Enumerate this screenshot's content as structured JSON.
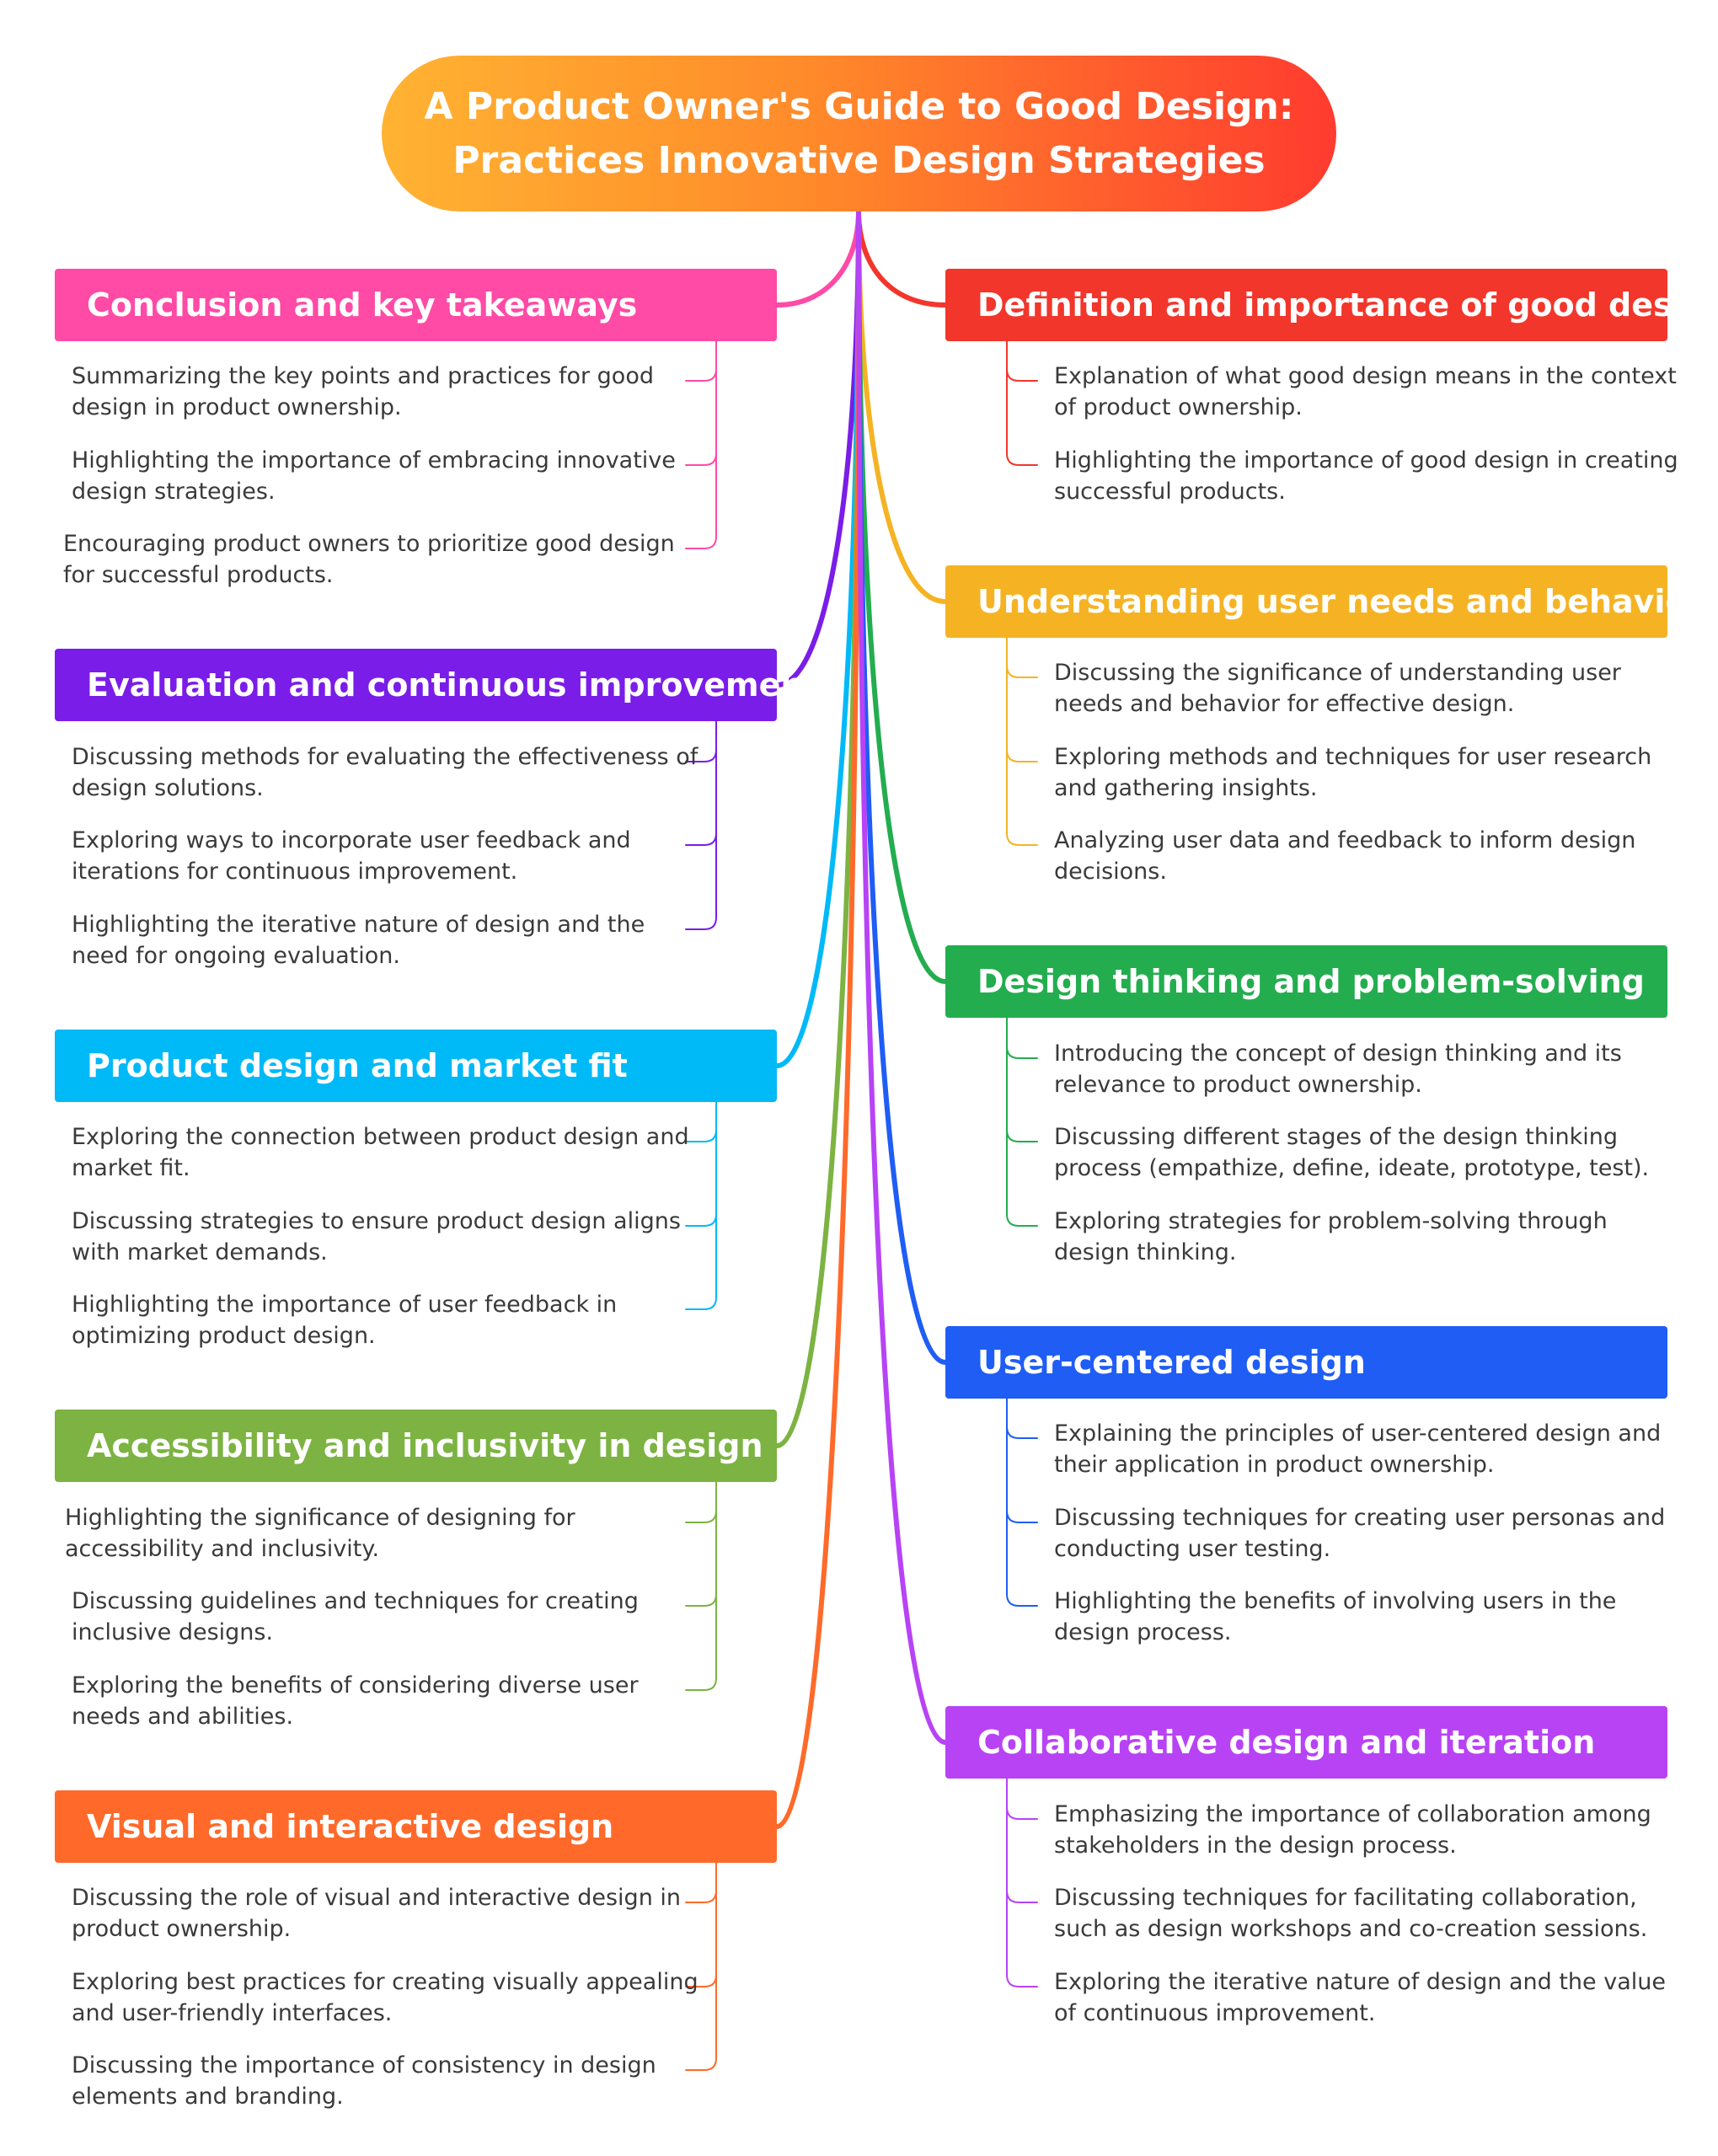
{
  "root": {
    "title": "A Product Owner's Guide to Good Design:\nPractices Innovative Design Strategies"
  },
  "branches": [
    {
      "id": "conclusion",
      "title": "Conclusion and key takeaways",
      "color": "#ff4aa6",
      "side": "left",
      "items": [
        "Summarizing the key points and practices for good design in product ownership.",
        "Highlighting the importance of embracing innovative design strategies.",
        "Encouraging product owners to prioritize good design for successful products."
      ]
    },
    {
      "id": "evaluation",
      "title": "Evaluation and continuous improvement",
      "color": "#7a1de8",
      "side": "left",
      "items": [
        "Discussing methods for evaluating the effectiveness of design solutions.",
        "Exploring ways to incorporate user feedback and iterations for continuous improvement.",
        "Highlighting the iterative nature of design and the need for ongoing evaluation."
      ]
    },
    {
      "id": "market-fit",
      "title": "Product design and market fit",
      "color": "#00b9f7",
      "side": "left",
      "items": [
        "Exploring the connection between product design and market fit.",
        "Discussing strategies to ensure product design aligns with market demands.",
        "Highlighting the importance of user feedback in optimizing product design."
      ]
    },
    {
      "id": "accessibility",
      "title": "Accessibility and inclusivity in design",
      "color": "#7cb342",
      "side": "left",
      "items": [
        "Highlighting the significance of designing for accessibility and inclusivity.",
        "Discussing guidelines and techniques for creating inclusive designs.",
        "Exploring the benefits of considering diverse user needs and abilities."
      ]
    },
    {
      "id": "visual",
      "title": "Visual and interactive design",
      "color": "#ff6a2a",
      "side": "left",
      "items": [
        "Discussing the role of visual and interactive design in product ownership.",
        "Exploring best practices for creating visually appealing and user-friendly interfaces.",
        "Discussing the importance of consistency in design elements and branding."
      ]
    },
    {
      "id": "definition",
      "title": "Definition and importance of good design",
      "color": "#f2362b",
      "side": "right",
      "items": [
        "Explanation of what good design means in the context of product ownership.",
        "Highlighting the importance of good design in creating successful products."
      ]
    },
    {
      "id": "user-needs",
      "title": "Understanding user needs and behavior",
      "color": "#f5b324",
      "side": "right",
      "items": [
        "Discussing the significance of understanding user needs and behavior for effective design.",
        "Exploring methods and techniques for user research and gathering insights.",
        "Analyzing user data and feedback to inform design decisions."
      ]
    },
    {
      "id": "design-thinking",
      "title": "Design thinking and problem-solving",
      "color": "#23ad4f",
      "side": "right",
      "items": [
        "Introducing the concept of design thinking and its relevance to product ownership.",
        "Discussing different stages of the design thinking process (empathize, define, ideate, prototype, test).",
        "Exploring strategies for problem-solving through design thinking."
      ]
    },
    {
      "id": "user-centered",
      "title": "User-centered design",
      "color": "#1f5df5",
      "side": "right",
      "items": [
        "Explaining the principles of user-centered design and their application in product ownership.",
        "Discussing techniques for creating user personas and conducting user testing.",
        "Highlighting the benefits of involving users in the design process."
      ]
    },
    {
      "id": "collaborative",
      "title": "Collaborative design and iteration",
      "color": "#b743f5",
      "side": "right",
      "items": [
        "Emphasizing the importance of collaboration among stakeholders in the design process.",
        "Discussing techniques for facilitating collaboration, such as design workshops and co-creation sessions.",
        "Exploring the iterative nature of design and the value of continuous improvement."
      ]
    }
  ]
}
